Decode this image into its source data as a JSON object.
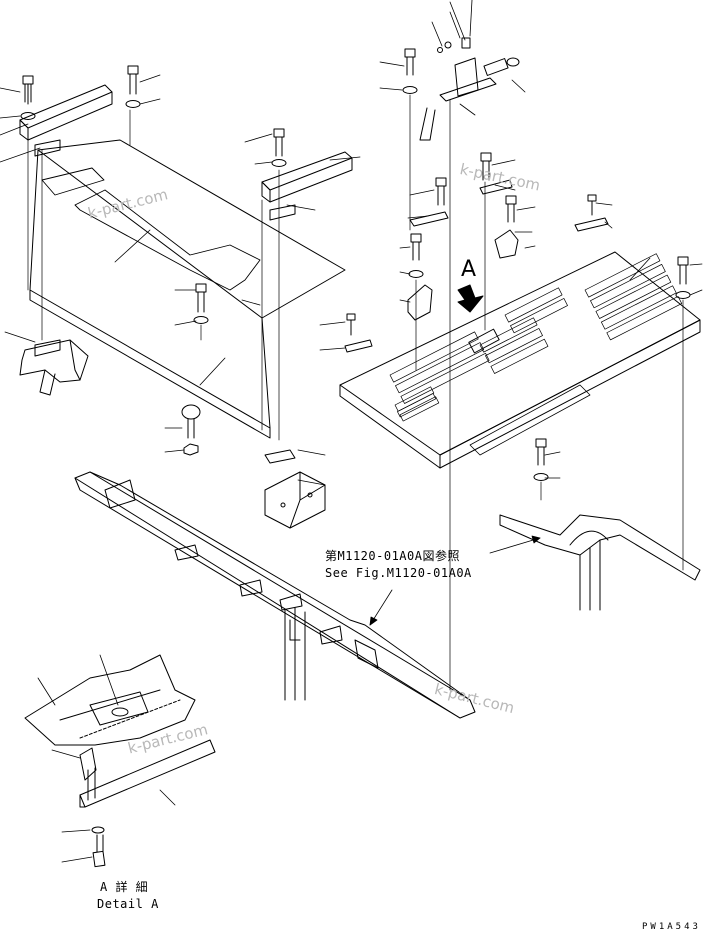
{
  "reference": {
    "line_jp": "第M1120-01A0A図参照",
    "line_en": "See Fig.M1120-01A0A"
  },
  "arrow_view": {
    "letter": "A"
  },
  "detail": {
    "title_jp": "A 詳 細",
    "title_en": "Detail A"
  },
  "drawing_code": "PW1A543",
  "watermarks": [
    "k-part.com",
    "k-part.com",
    "k-part.com",
    "k-part.com"
  ]
}
